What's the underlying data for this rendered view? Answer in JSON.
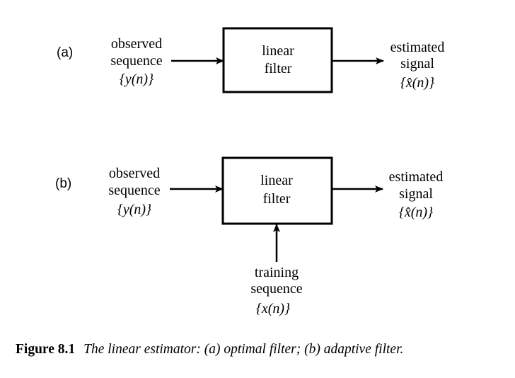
{
  "panel_a": {
    "label": "(a)",
    "input": {
      "line1": "observed",
      "line2": "sequence",
      "line3": "{y(n)}"
    },
    "filter": {
      "line1": "linear",
      "line2": "filter"
    },
    "output": {
      "line1": "estimated",
      "line2": "signal",
      "line3": "{x̂(n)}"
    }
  },
  "panel_b": {
    "label": "(b)",
    "input": {
      "line1": "observed",
      "line2": "sequence",
      "line3": "{y(n)}"
    },
    "filter": {
      "line1": "linear",
      "line2": "filter"
    },
    "output": {
      "line1": "estimated",
      "line2": "signal",
      "line3": "{x̂(n)}"
    },
    "training": {
      "line1": "training",
      "line2": "sequence",
      "line3": "{x(n)}"
    }
  },
  "caption": {
    "number": "Figure 8.1",
    "text": "The linear estimator: (a)  optimal filter; (b)  adaptive filter."
  }
}
